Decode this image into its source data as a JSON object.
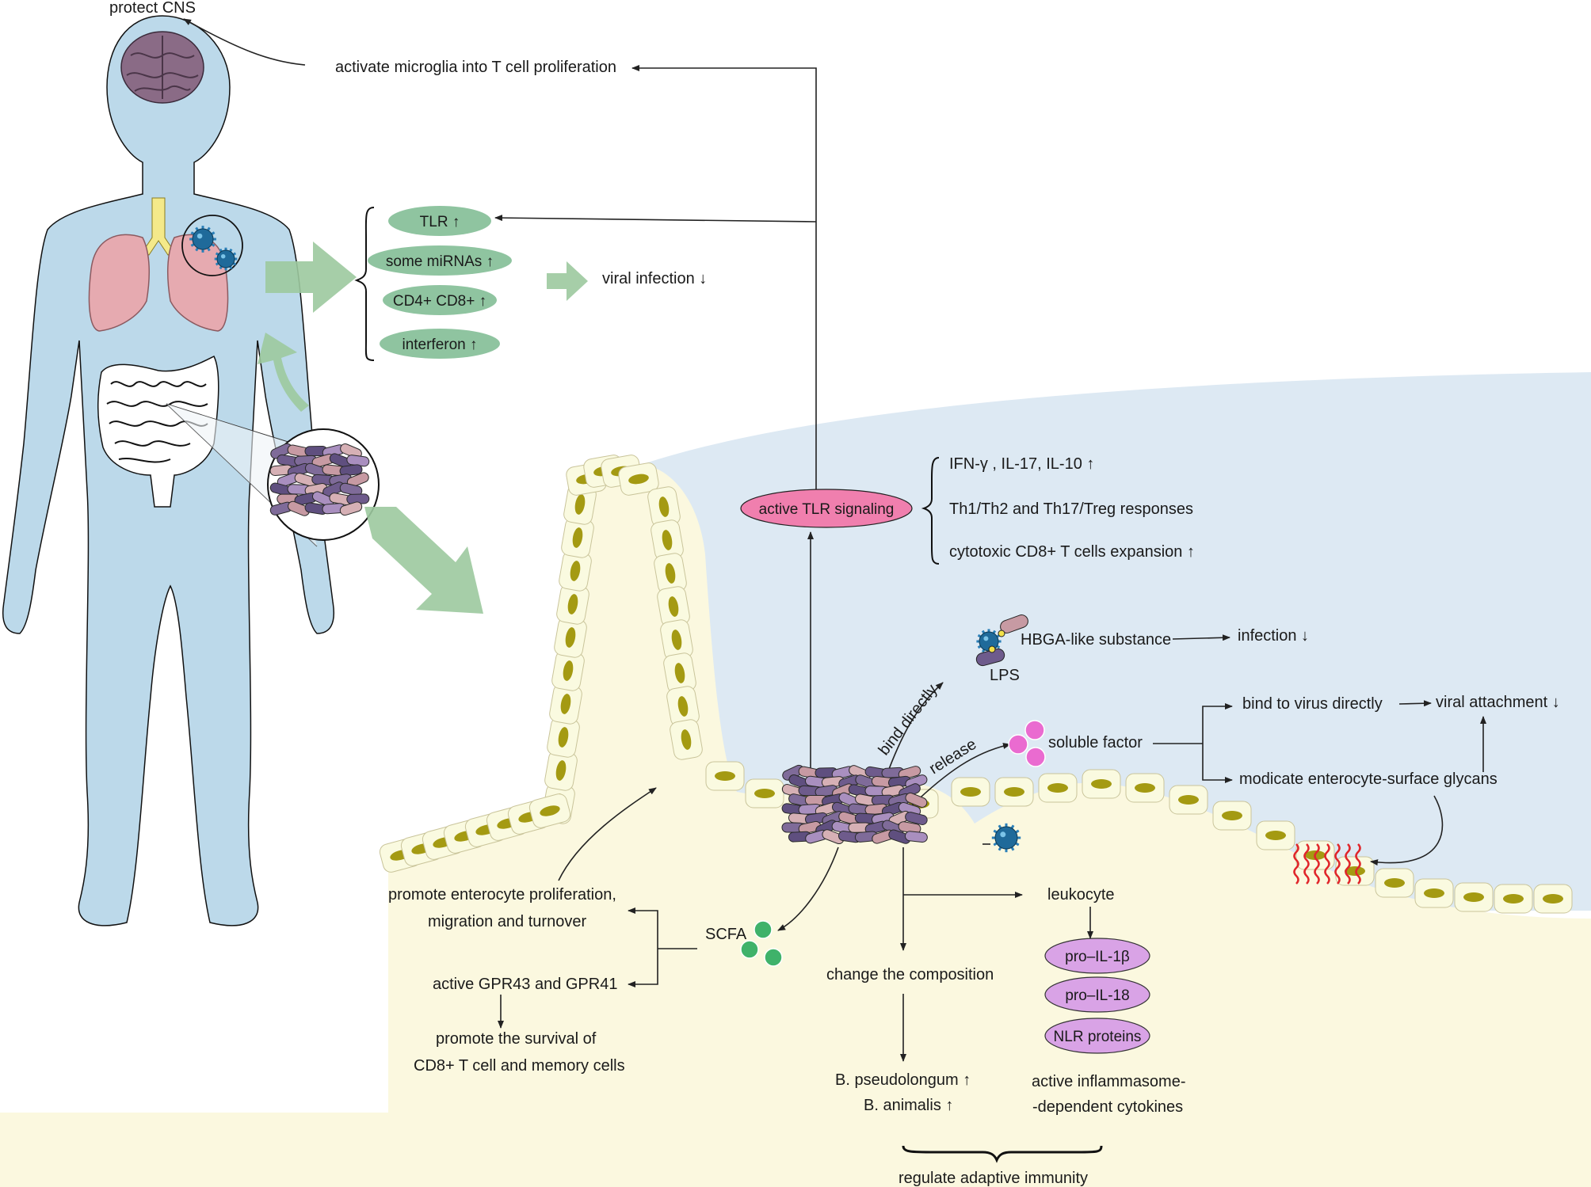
{
  "labels": {
    "protect_cns": "protect CNS",
    "activate_microglia": "activate microglia into T cell proliferation",
    "viral_infection": "viral infection ↓",
    "ifn": "IFN-γ , IL-17, IL-10 ↑",
    "th_responses": "Th1/Th2 and Th17/Treg responses",
    "cd8_expansion": "cytotoxic CD8+ T cells expansion ↑",
    "hbga": "HBGA-like substance",
    "infection": "infection ↓",
    "lps": "LPS",
    "bind_directly": "bind directly",
    "release": "release",
    "soluble_factor": "soluble factor",
    "bind_virus": "bind to virus directly",
    "viral_attachment": "viral attachment ↓",
    "modicate": "modicate enterocyte-surface glycans",
    "promote_proliferation_1": "promote enterocyte proliferation,",
    "promote_proliferation_2": "migration and turnover",
    "scfa": "SCFA",
    "active_gpr": "active GPR43 and GPR41",
    "promote_survival_1": "promote the survival of",
    "promote_survival_2": "CD8+ T cell and memory cells",
    "change_composition": "change the composition",
    "pseudolongum": "B. pseudolongum ↑",
    "animalis": "B. animalis ↑",
    "leukocyte": "leukocyte",
    "inflammasome_1": "active inflammasome-",
    "inflammasome_2": "-dependent cytokines",
    "regulate": "regulate adaptive immunity"
  },
  "lung_pills": [
    "TLR ↑",
    "some miRNAs ↑",
    "CD4+ CD8+ ↑",
    "interferon ↑"
  ],
  "tlr_signaling": "active TLR signaling",
  "cytokine_pills": [
    "pro–IL-1β",
    "pro–IL-18",
    "NLR proteins"
  ],
  "colors": {
    "body": "#bcd9ea",
    "lumen": "#dde9f3",
    "tissue": "#fbf8df",
    "cell": "#fafae0",
    "nucleus": "#a49a12",
    "pill_green": "#8fc4a0",
    "pill_pink": "#f07fae",
    "pill_purple": "#d9a3e6",
    "big_arrow": "#9cc99e",
    "lung": "#e6aab0",
    "brain": "#8a6b86"
  }
}
